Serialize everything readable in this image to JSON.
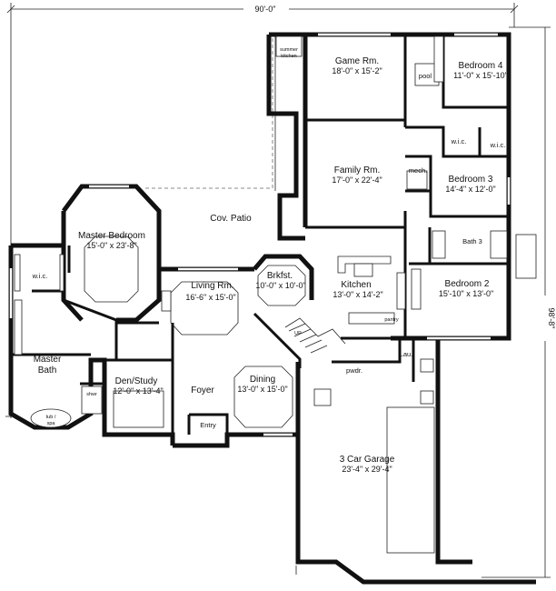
{
  "overall": {
    "width": "90'-0\"",
    "depth": "98'-8\""
  },
  "rooms": {
    "game": {
      "name": "Game Rm.",
      "size": "18'-0\" x 15'-2\""
    },
    "bed4": {
      "name": "Bedroom 4",
      "size": "11'-0\" x 15'-10\""
    },
    "family": {
      "name": "Family Rm.",
      "size": "17'-0\" x 22'-4\""
    },
    "bed3": {
      "name": "Bedroom 3",
      "size": "14'-4\" x 12'-0\""
    },
    "master": {
      "name": "Master Bedroom",
      "size": "15'-0\" x 23'-8\""
    },
    "patio": {
      "name": "Cov. Patio"
    },
    "living": {
      "name": "Living Rm.",
      "size": "16'-6\" x 15'-0\""
    },
    "brkfst": {
      "name": "Brkfst.",
      "size": "10'-0\" x 10'-0\""
    },
    "kitchen": {
      "name": "Kitchen",
      "size": "13'-0\" x 14'-2\""
    },
    "bed2": {
      "name": "Bedroom 2",
      "size": "15'-10\" x 13'-0\""
    },
    "den": {
      "name": "Den/Study",
      "size": "12'-0\" x 13'-4\""
    },
    "dining": {
      "name": "Dining",
      "size": "13'-0\" x 15'-0\""
    },
    "garage": {
      "name": "3 Car Garage",
      "size": "23'-4\" x 29'-4\""
    }
  },
  "labels": {
    "summer_kitchen": [
      "summer",
      "kitchen"
    ],
    "pool": "pool",
    "wic": "w.i.c.",
    "mech": "mech.",
    "bath3": "Bath 3",
    "master_bath": [
      "Master",
      "Bath"
    ],
    "foyer": "Foyer",
    "entry": "Entry",
    "pantry": "pantry",
    "lau": "Lau.",
    "pwdr": "pwdr.",
    "shwr": "shwr",
    "tub": [
      "tub /",
      "spa"
    ],
    "stair_up": "UP"
  }
}
